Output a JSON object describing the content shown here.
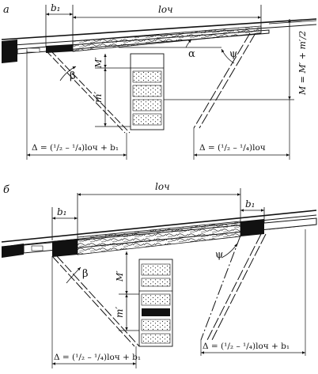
{
  "panels": [
    {
      "letter": "а",
      "b_label": "b₁",
      "l_label": "lоч",
      "angle_labels": {
        "beta": "β",
        "alpha": "α",
        "psi": "ψ"
      },
      "M_prime": "M′",
      "m_prime": "m′",
      "M_formula": "M = M′ + m′/2",
      "formula_left": "Δ = (¹/₂ – ¹/₄)lоч + b₁",
      "formula_right": "Δ = (¹/₂ – ¹/₄)lоч"
    },
    {
      "letter": "б",
      "b_label_left": "b₁",
      "b_label_right": "b₁",
      "l_label": "lоч",
      "angle_labels": {
        "beta": "β",
        "psi": "ψ"
      },
      "M_prime": "M′",
      "m_prime": "m′",
      "formula_left": "Δ = (¹/₂ – ¹/₄)lоч + b₁",
      "formula_right": "Δ = (¹/₂ – ¹/₄)lоч + b₁"
    }
  ]
}
